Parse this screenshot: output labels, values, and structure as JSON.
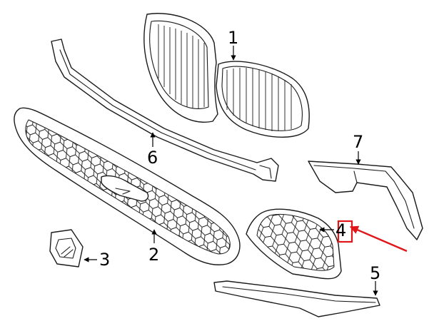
{
  "callouts": {
    "c1": "1",
    "c2": "2",
    "c3": "3",
    "c4": "4",
    "c5": "5",
    "c6": "6",
    "c7": "7"
  },
  "highlight": {
    "color": "#e0161b",
    "target_callout": "4"
  },
  "line_color": "#1a1a1a"
}
